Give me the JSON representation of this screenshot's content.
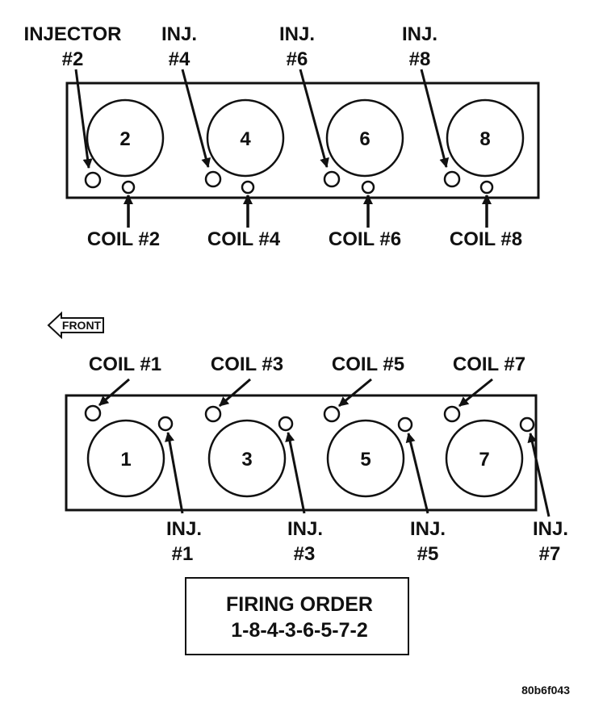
{
  "top_bank": {
    "injector_labels": [
      {
        "line1": "INJECTOR",
        "line2": "#2"
      },
      {
        "line1": "INJ.",
        "line2": "#4"
      },
      {
        "line1": "INJ.",
        "line2": "#6"
      },
      {
        "line1": "INJ.",
        "line2": "#8"
      }
    ],
    "cylinders": [
      "2",
      "4",
      "6",
      "8"
    ],
    "coil_labels": [
      "COIL #2",
      "COIL #4",
      "COIL #6",
      "COIL #8"
    ]
  },
  "front_label": "FRONT",
  "bottom_bank": {
    "coil_labels": [
      "COIL #1",
      "COIL #3",
      "COIL #5",
      "COIL #7"
    ],
    "cylinders": [
      "1",
      "3",
      "5",
      "7"
    ],
    "injector_labels": [
      {
        "line1": "INJ.",
        "line2": "#1"
      },
      {
        "line1": "INJ.",
        "line2": "#3"
      },
      {
        "line1": "INJ.",
        "line2": "#5"
      },
      {
        "line1": "INJ.",
        "line2": "#7"
      }
    ]
  },
  "firing_order": {
    "title": "FIRING ORDER",
    "sequence": "1-8-4-3-6-5-7-2"
  },
  "figure_code": "80b6f043"
}
